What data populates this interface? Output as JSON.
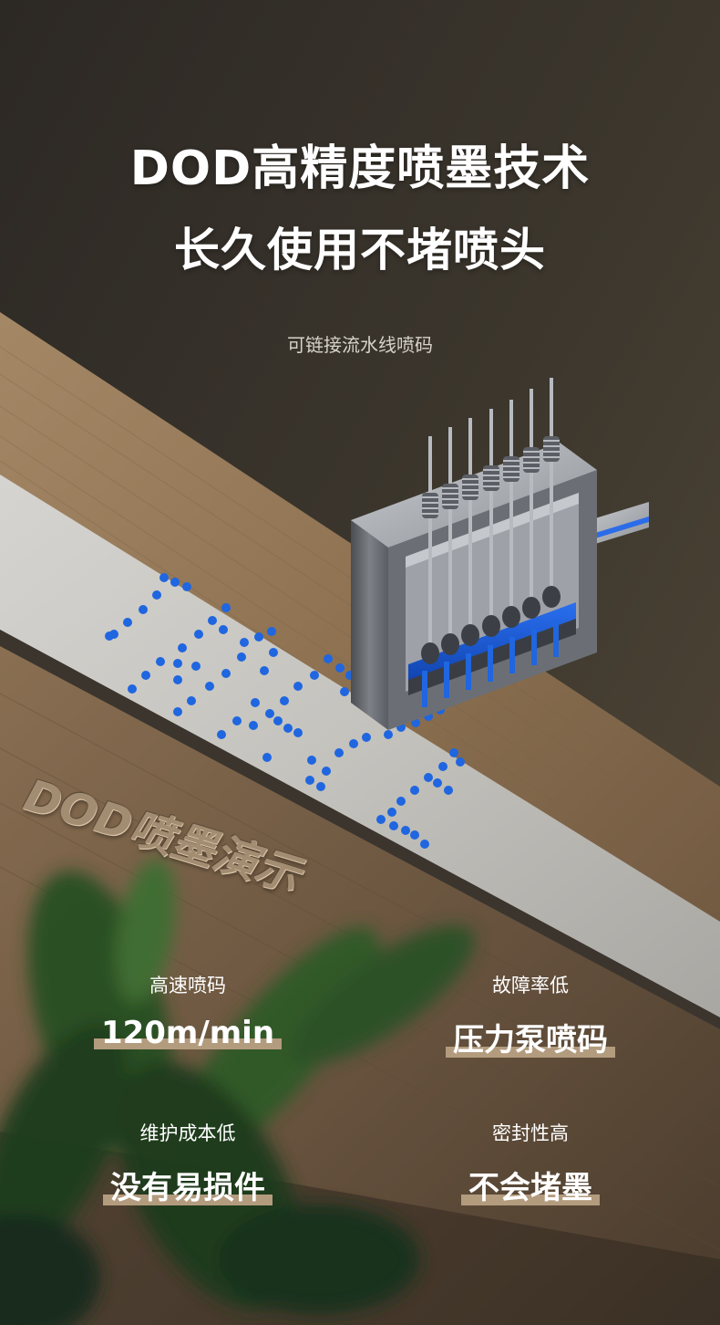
{
  "header": {
    "title_line1": "DOD高精度喷墨技术",
    "title_line2": "长久使用不堵喷头",
    "subtitle": "可链接流水线喷码"
  },
  "demo_label": "DOD喷墨演示",
  "features": [
    {
      "label": "高速喷码",
      "value": "120m/min"
    },
    {
      "label": "故障率低",
      "value": "压力泵喷码"
    },
    {
      "label": "维护成本低",
      "value": "没有易损件"
    },
    {
      "label": "密封性高",
      "value": "不会堵墨"
    }
  ],
  "colors": {
    "ink_dot": "#1f66e0",
    "accent_bar": "#b39b7e",
    "wall": "#3a342c",
    "wood": "#8e7455"
  },
  "icons": [
    "inkjet-printhead-illustration",
    "plant-illustration"
  ]
}
